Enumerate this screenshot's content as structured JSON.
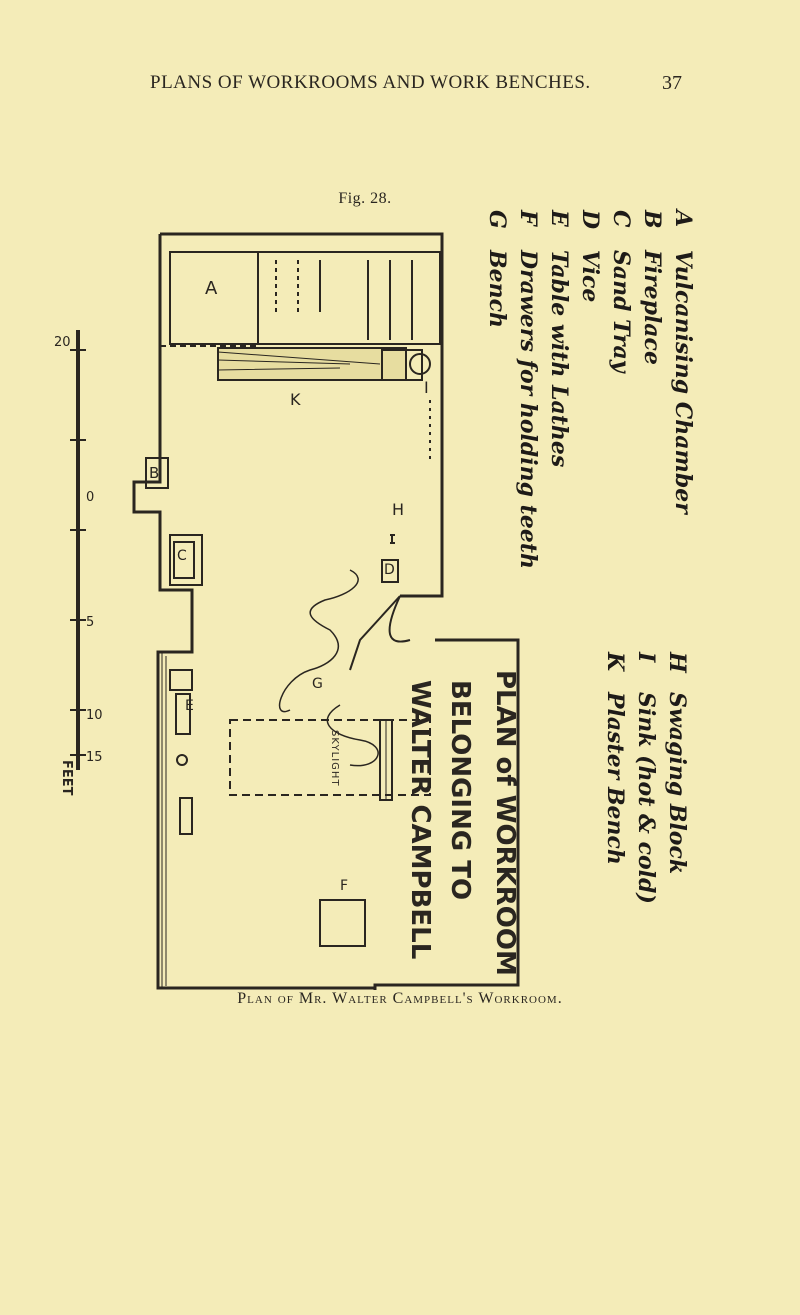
{
  "header": {
    "running_head": "PLANS OF WORKROOMS AND WORK BENCHES.",
    "page_number": "37"
  },
  "figure": {
    "label": "Fig. 28.",
    "caption": "Plan of Mr. Walter Campbell's Workroom."
  },
  "legend_left": [
    {
      "key": "A",
      "text": "Vulcanising Chamber"
    },
    {
      "key": "B",
      "text": "Fireplace"
    },
    {
      "key": "C",
      "text": "Sand Tray"
    },
    {
      "key": "D",
      "text": "Vice"
    },
    {
      "key": "E",
      "text": "Table with Lathes"
    },
    {
      "key": "F",
      "text": "Drawers for holding teeth"
    },
    {
      "key": "G",
      "text": "Bench"
    }
  ],
  "legend_right": [
    {
      "key": "H",
      "text": "Swaging Block"
    },
    {
      "key": "I",
      "text": "Sink (hot & cold)"
    },
    {
      "key": "K",
      "text": "Plaster Bench"
    }
  ],
  "handwritten_title": {
    "line1": "PLAN of WORKROOM",
    "line2": "BELONGING TO",
    "line3": "WALTER CAMPBELL"
  },
  "plan_labels": {
    "a": "A",
    "b": "B",
    "c": "C",
    "d": "D",
    "e": "E",
    "f": "F",
    "g": "G",
    "h": "H",
    "i": "I",
    "k": "K",
    "skylight": "SKYLIGHT"
  },
  "scale": {
    "unit": "FEET",
    "ticks": [
      "0",
      "5",
      "10",
      "15",
      "20"
    ]
  },
  "colors": {
    "paper": "#f4ecb8",
    "ink": "#2a2620"
  }
}
